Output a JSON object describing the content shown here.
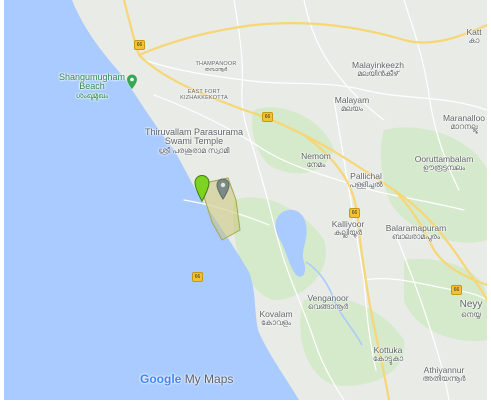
{
  "map": {
    "attribution": {
      "brand": "Google",
      "product": "My Maps"
    },
    "colors": {
      "sea": "#aacbff",
      "land": "#e8ebe6",
      "green_land": "#cde8c2",
      "road_major": "#f7d675",
      "road_minor": "#ffffff",
      "water_inland": "#aacbff",
      "area_fill": "#c9c77a",
      "pin_green": "#7ed321",
      "pin_gray": "#7b8a86"
    },
    "places": [
      {
        "id": "shangumugham",
        "en": "Shangumugham Beach",
        "en2": "",
        "ml": "ശംഖുമുഖം",
        "kind": "poi"
      },
      {
        "id": "thampanoor",
        "en": "THAMPANOOR",
        "ml": "തമ്പാനൂർ",
        "kind": "small"
      },
      {
        "id": "eastfort",
        "en": "EAST FORT",
        "en2": "KIZHAKKEKOTTA",
        "ml": "",
        "kind": "small"
      },
      {
        "id": "temple",
        "en": "Thiruvallam Parasurama",
        "en2": "Swami Temple",
        "ml": "ശ്രീ പരശുരാമ സ്വാമി",
        "kind": "poi-dark"
      },
      {
        "id": "malayinkeezh",
        "en": "Malayinkeezh",
        "ml": "മലയിൻകീഴ്",
        "kind": "town"
      },
      {
        "id": "malayam",
        "en": "Malayam",
        "ml": "മലയം",
        "kind": "town"
      },
      {
        "id": "maranalloor",
        "en": "Maranalloo",
        "ml": "മാറനല്ലൂ",
        "kind": "town"
      },
      {
        "id": "nemom",
        "en": "Nemom",
        "ml": "നേമം",
        "kind": "town"
      },
      {
        "id": "pallichal",
        "en": "Pallichal",
        "ml": "പള്ളിച്ചൽ",
        "kind": "town"
      },
      {
        "id": "ooruttambalam",
        "en": "Ooruttambalam",
        "ml": "ഊരൂട്ടമ്പലം",
        "kind": "town"
      },
      {
        "id": "kalliyoor",
        "en": "Kalliyoor",
        "ml": "കല്ലിയൂർ",
        "kind": "town"
      },
      {
        "id": "balaramapuram",
        "en": "Balaramapuram",
        "ml": "ബാലരാമപുരം",
        "kind": "town"
      },
      {
        "id": "venganoor",
        "en": "Venganoor",
        "ml": "വെങ്ങാനൂർ",
        "kind": "town"
      },
      {
        "id": "kovalam",
        "en": "Kovalam",
        "ml": "കോവളം",
        "kind": "town"
      },
      {
        "id": "neyy",
        "en": "Neyy",
        "ml": "നെയ്യ",
        "kind": "town"
      },
      {
        "id": "kottukal",
        "en": "Kottuka",
        "ml": "കോട്ടുകാ",
        "kind": "town"
      },
      {
        "id": "athiyannur",
        "en": "Athiyannur",
        "ml": "അതിയന്നൂർ",
        "kind": "town"
      },
      {
        "id": "katt",
        "en": "Katt",
        "ml": "കാ",
        "kind": "town"
      }
    ],
    "route_shields": [
      "66",
      "66",
      "66",
      "66",
      "66"
    ]
  }
}
